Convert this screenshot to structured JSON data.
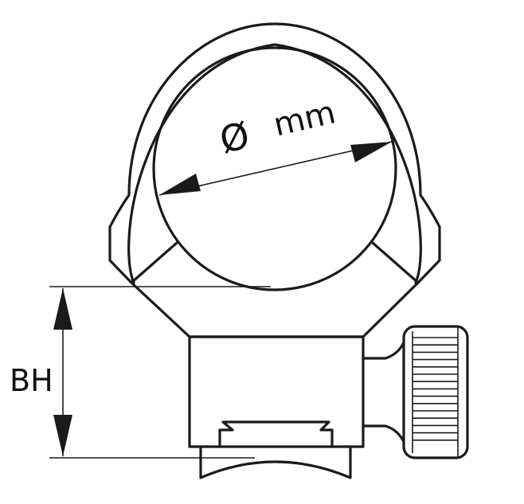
{
  "labels": {
    "diameter_symbol": "Ø",
    "diameter_unit": "mm",
    "base_height": "BH"
  },
  "colors": {
    "line": "#1a1a1a",
    "background": "#ffffff"
  }
}
